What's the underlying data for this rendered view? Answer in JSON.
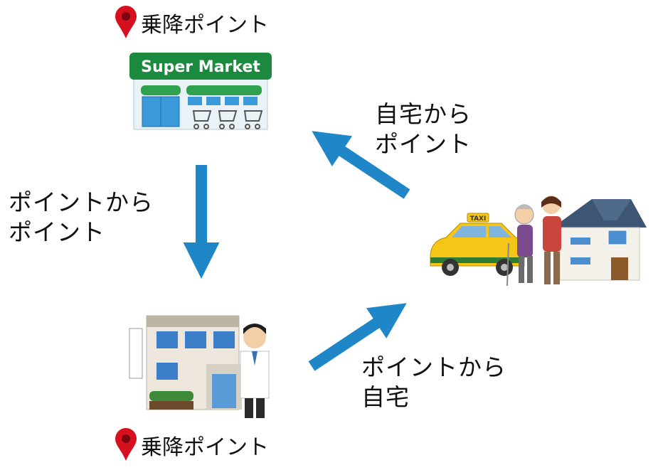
{
  "pickup_top": {
    "label": "乗降ポイント"
  },
  "pickup_bottom": {
    "label": "乗降ポイント"
  },
  "supermarket": {
    "sign": "Super Market"
  },
  "taxi": {
    "sign": "TAXI"
  },
  "routes": {
    "point_to_point": {
      "line1": "ポイントから",
      "line2": "ポイント"
    },
    "home_to_point": {
      "line1": "自宅から",
      "line2": "ポイント"
    },
    "point_to_home": {
      "line1": "ポイントから",
      "line2": "自宅"
    }
  },
  "colors": {
    "arrow": "#1f86c7",
    "pin": "#d6101e",
    "store_green": "#1c8a3e",
    "taxi_yellow": "#f5c518"
  }
}
